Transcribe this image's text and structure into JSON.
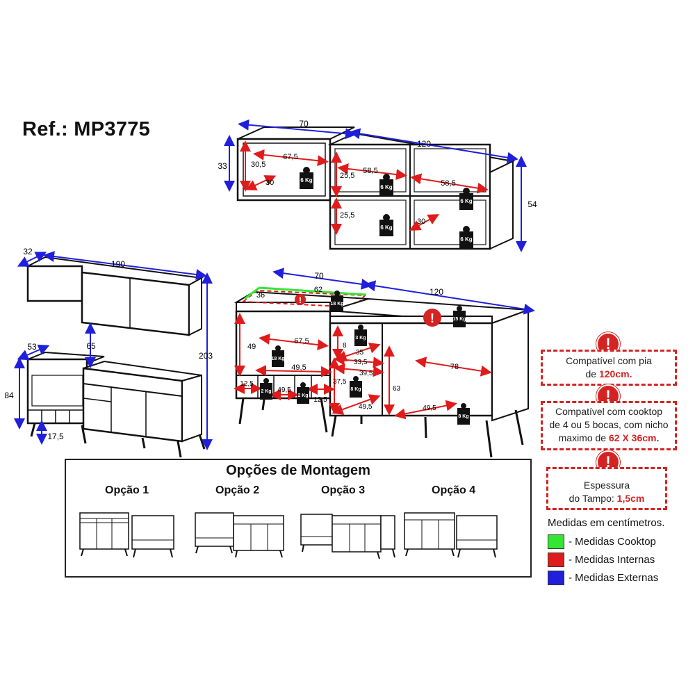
{
  "reference": "Ref.: MP3775",
  "upper_cabinets": {
    "widths": {
      "left": "70",
      "right": "120"
    },
    "heights": {
      "left": "33",
      "right": "54"
    },
    "internal": {
      "a": "67,5",
      "b": "30,5",
      "c": "30",
      "d": "58,5",
      "e": "25,5",
      "f": "58,5",
      "g": "25,5",
      "h": "30"
    },
    "weights": [
      "6 Kg",
      "6 Kg",
      "6 Kg",
      "6 Kg",
      "6 Kg"
    ]
  },
  "overview": {
    "depth_top": "32",
    "width_top": "190",
    "height_total": "203",
    "depth_base": "53",
    "gap": "65",
    "base_height": "84",
    "leg_height": "17,5"
  },
  "base_cabinets": {
    "widths": {
      "left": "70",
      "right": "120"
    },
    "cooktop": {
      "depth": "36",
      "width": "62"
    },
    "left_internal": {
      "a": "67,5",
      "b": "49",
      "c": "49,5",
      "d": "12,5",
      "e": "49,5",
      "f": "12,5"
    },
    "right_internal": {
      "a": "8",
      "b": "35",
      "c": "33,5",
      "d": "39,5",
      "e": "37,5",
      "f": "49,5",
      "g": "63",
      "h": "78",
      "i": "49,5"
    },
    "weights": {
      "w18a": "18 Kg",
      "w18b": "18 Kg",
      "w2a": "2 Kg",
      "w2b": "2 Kg",
      "w3": "3 Kg",
      "w8a": "8 Kg",
      "w8b": "8 Kg",
      "w15": "15 Kg"
    }
  },
  "notes": {
    "sink": {
      "line1": "Compatível com pia",
      "line2_pre": "de ",
      "line2_hl": "120cm."
    },
    "cooktop": {
      "line1": "Compatível com cooktop",
      "line2": "de 4 ou 5 bocas, com nicho",
      "line3_pre": "maximo de ",
      "line3_hl": "62 X 36cm."
    },
    "tampo": {
      "line1": "Espessura",
      "line2_pre": "do Tampo: ",
      "line2_hl": "1,5cm"
    }
  },
  "legend": {
    "title": "Medidas em centímetros.",
    "items": [
      {
        "label": "- Medidas Cooktop",
        "color": "#33e633"
      },
      {
        "label": "- Medidas Internas",
        "color": "#e01b1b"
      },
      {
        "label": "- Medidas Externas",
        "color": "#1f1fdc"
      }
    ]
  },
  "montage": {
    "title": "Opções de Montagem",
    "options": [
      "Opção 1",
      "Opção 2",
      "Opção 3",
      "Opção 4"
    ]
  },
  "colors": {
    "external": "#1f1fdc",
    "internal": "#e01b1b",
    "cooktop": "#33e633",
    "alert": "#d42323"
  }
}
